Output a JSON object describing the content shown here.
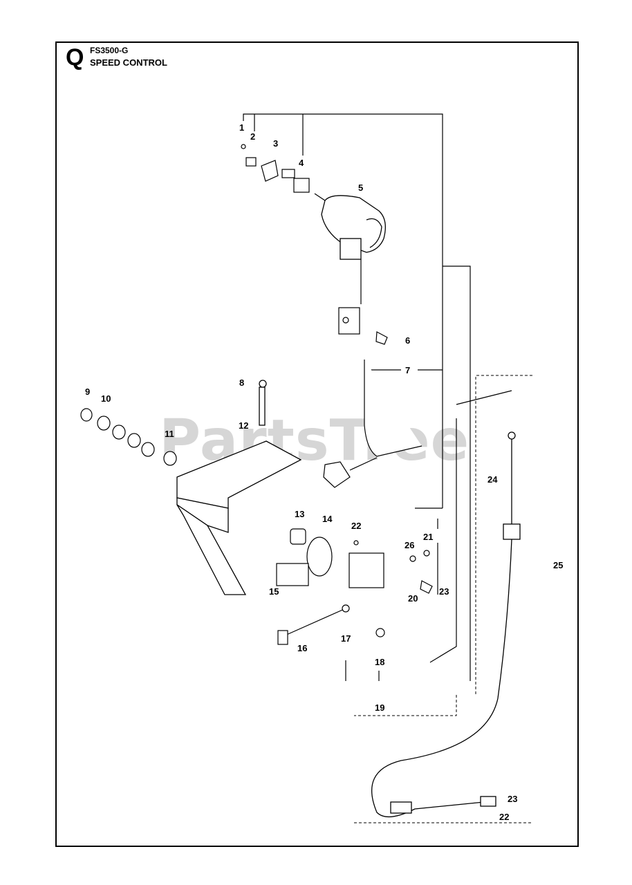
{
  "header": {
    "section_letter": "Q",
    "model": "FS3500-G",
    "title": "SPEED CONTROL"
  },
  "watermark": "PartsTree",
  "callouts": [
    {
      "id": "1",
      "text": "1"
    },
    {
      "id": "2",
      "text": "2"
    },
    {
      "id": "3",
      "text": "3"
    },
    {
      "id": "4",
      "text": "4"
    },
    {
      "id": "5",
      "text": "5"
    },
    {
      "id": "6",
      "text": "6"
    },
    {
      "id": "7",
      "text": "7"
    },
    {
      "id": "8",
      "text": "8"
    },
    {
      "id": "9",
      "text": "9"
    },
    {
      "id": "10",
      "text": "10"
    },
    {
      "id": "11",
      "text": "11"
    },
    {
      "id": "12",
      "text": "12"
    },
    {
      "id": "13",
      "text": "13"
    },
    {
      "id": "14",
      "text": "14"
    },
    {
      "id": "15",
      "text": "15"
    },
    {
      "id": "16",
      "text": "16"
    },
    {
      "id": "17",
      "text": "17"
    },
    {
      "id": "18",
      "text": "18"
    },
    {
      "id": "19",
      "text": "19"
    },
    {
      "id": "20",
      "text": "20"
    },
    {
      "id": "21",
      "text": "21"
    },
    {
      "id": "22a",
      "text": "22"
    },
    {
      "id": "23a",
      "text": "23"
    },
    {
      "id": "24",
      "text": "24"
    },
    {
      "id": "25",
      "text": "25"
    },
    {
      "id": "26",
      "text": "26"
    },
    {
      "id": "23b",
      "text": "23"
    },
    {
      "id": "22b",
      "text": "22"
    }
  ]
}
